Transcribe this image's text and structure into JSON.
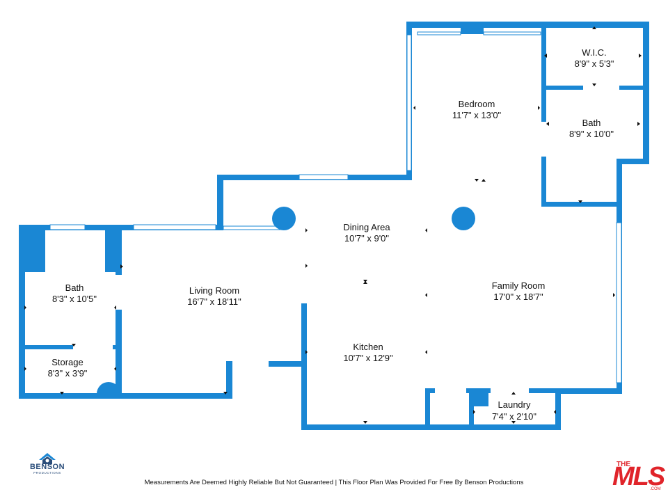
{
  "rooms": {
    "wic": {
      "name": "W.I.C.",
      "dims": "8'9\" x 5'3\""
    },
    "bedroom": {
      "name": "Bedroom",
      "dims": "11'7\" x 13'0\""
    },
    "bath_master": {
      "name": "Bath",
      "dims": "8'9\" x 10'0\""
    },
    "dining": {
      "name": "Dining Area",
      "dims": "10'7\" x 9'0\""
    },
    "family": {
      "name": "Family Room",
      "dims": "17'0\" x 18'7\""
    },
    "bath": {
      "name": "Bath",
      "dims": "8'3\" x 10'5\""
    },
    "living": {
      "name": "Living Room",
      "dims": "16'7\" x 18'11\""
    },
    "kitchen": {
      "name": "Kitchen",
      "dims": "10'7\" x 12'9\""
    },
    "storage": {
      "name": "Storage",
      "dims": "8'3\" x 3'9\""
    },
    "laundry": {
      "name": "Laundry",
      "dims": "7'4\" x 2'10\""
    }
  },
  "footer": {
    "disclaimer": "Measurements Are Deemed Highly Reliable But Not Guaranteed | This Floor Plan Was Provided For Free By Benson Productions"
  },
  "logos": {
    "benson": {
      "name": "BENSON",
      "sub": "PRODUCTIONS",
      "icon": "house-icon"
    },
    "mls": {
      "the": "THE",
      "main": "MLS",
      "com": ".COM"
    }
  },
  "colors": {
    "wall": "#1a87d4",
    "mls_red": "#e0242a",
    "benson_navy": "#2a4d7a"
  }
}
